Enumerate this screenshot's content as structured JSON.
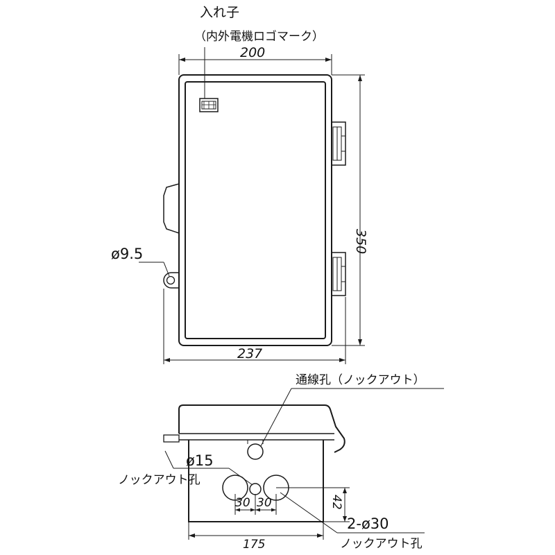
{
  "labels": {
    "holder": "入れ子",
    "holder_note": "（内外電機ロゴマーク）",
    "width_top": "200",
    "height": "350",
    "mount_hole": "ø9.5",
    "width_overall": "237",
    "wiring_hole": "通線孔（ノックアウト）",
    "small_hole_dia": "ø15",
    "small_hole_name": "ノックアウト孔",
    "pitch_left": "30",
    "pitch_right": "30",
    "hole_height": "42",
    "bottom_width": "175",
    "large_hole_dia": "2-ø30",
    "large_hole_name": "ノックアウト孔"
  },
  "colors": {
    "line": "#1a1a1a",
    "background": "#ffffff"
  }
}
